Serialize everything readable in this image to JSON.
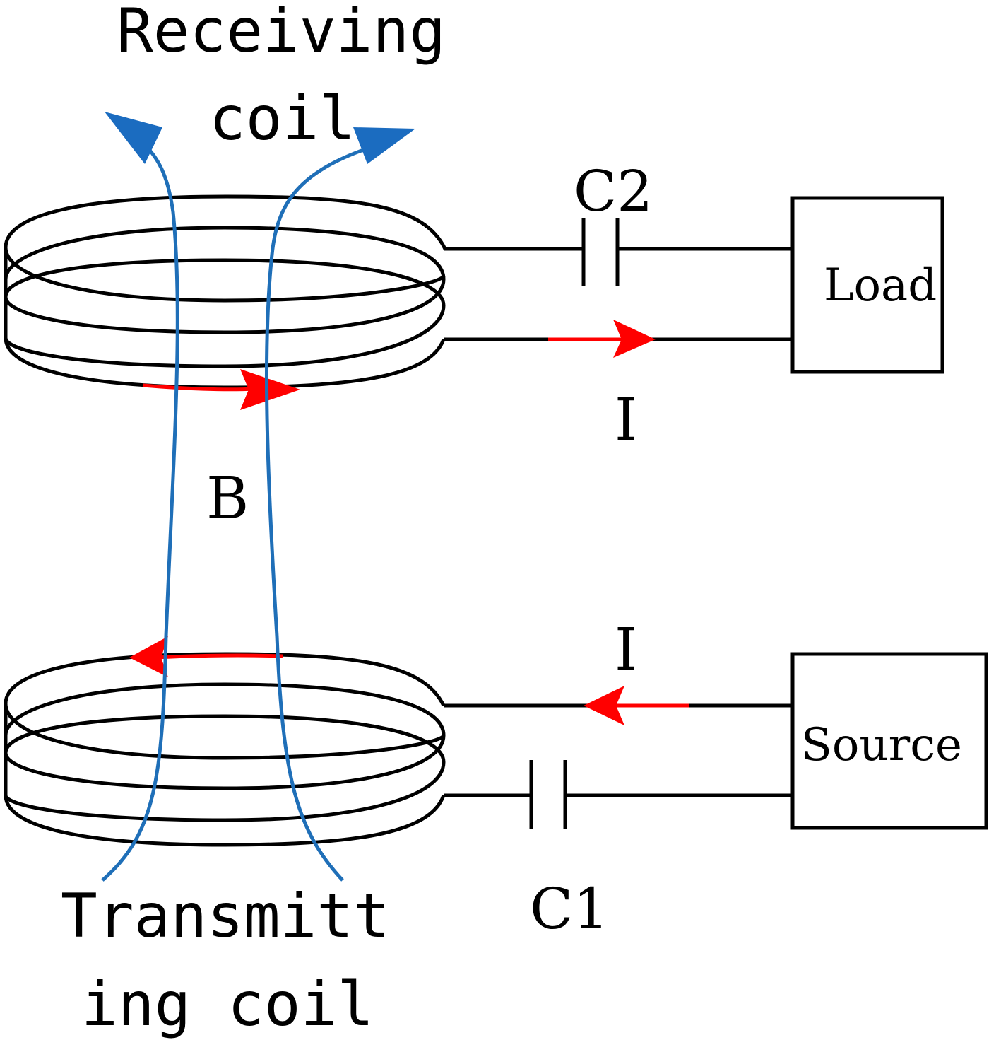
{
  "labels": {
    "receiving_line1": "Receiving",
    "receiving_line2": "coil",
    "transmitting_line1": "Transmitt",
    "transmitting_line2": "ing coil",
    "c2": "C2",
    "c1": "C1",
    "load": "Load",
    "source": "Source",
    "current_top": "I",
    "current_bottom": "I",
    "field": "B"
  },
  "colors": {
    "wire": "#000000",
    "field_lines": "#1f6fb8",
    "current_arrows": "#ff0000",
    "background": "#ffffff"
  }
}
